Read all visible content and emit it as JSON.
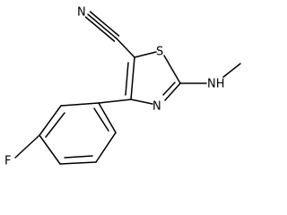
{
  "atoms": {
    "nitrile_n": "N",
    "ring_s": "S",
    "ring_n": "N",
    "amine": "NH",
    "fluorine": "F"
  }
}
